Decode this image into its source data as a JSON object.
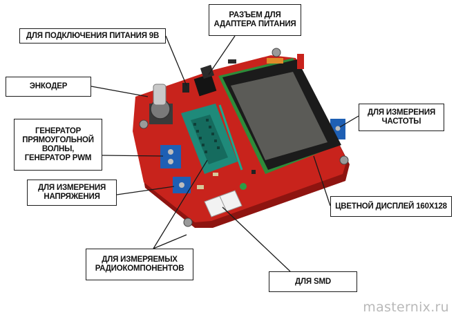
{
  "callouts": {
    "power9v": "ДЛЯ ПОДКЛЮЧЕНИЯ ПИТАНИЯ 9В",
    "adapter": "РАЗЪЕМ ДЛЯ\nАДАПТЕРА ПИТАНИЯ",
    "encoder": "ЭНКОДЕР",
    "generator": "ГЕНЕРАТОР\nПРЯМОУГОЛЬНОЙ\nВОЛНЫ,\nГЕНЕРАТОР PWM",
    "voltage": "ДЛЯ ИЗМЕРЕНИЯ\nНАПРЯЖЕНИЯ",
    "frequency": "ДЛЯ ИЗМЕРЕНИЯ\nЧАСТОТЫ",
    "display": "ЦВЕТНОЙ ДИСПЛЕЙ 160X128",
    "radio": "ДЛЯ ИЗМЕРЯЕМЫХ\nРАДИОКОМПОНЕНТОВ",
    "smd": "ДЛЯ SMD"
  },
  "watermark": "masternix.ru",
  "colors": {
    "pcb": "#c8231c",
    "pcb_dark": "#8e1410",
    "socket": "#1f8a7a",
    "terminal": "#1e5fb4",
    "screen": "#5b5b57",
    "display_pcb": "#2e8b3a"
  },
  "icons": [
    "screw-terminal-icon",
    "zif-socket-icon",
    "rotary-encoder-icon",
    "tft-display-icon"
  ]
}
